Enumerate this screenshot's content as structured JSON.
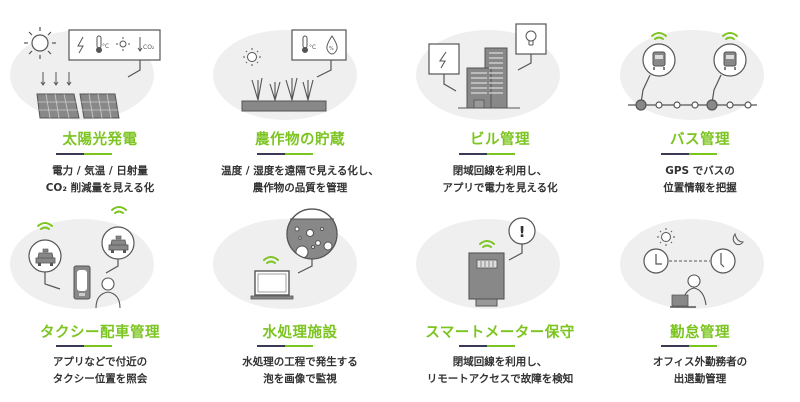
{
  "colors": {
    "accent_green": "#7cc41f",
    "underline_dark": "#3a3a55",
    "ellipse_bg": "#efefef",
    "line_gray": "#555555",
    "fill_gray": "#888888"
  },
  "cards": [
    {
      "title": "太陽光発電",
      "desc_lines": [
        "電力 / 気温 / 日射量",
        "CO₂ 削減量を見える化"
      ],
      "icon": "solar-panel-illustration",
      "bubble_labels": [
        "°C",
        "CO₂"
      ]
    },
    {
      "title": "農作物の貯蔵",
      "desc_lines": [
        "温度 / 湿度を遠隔で見える化し、",
        "農作物の品質を管理"
      ],
      "icon": "crop-storage-illustration",
      "bubble_labels": [
        "°C",
        "%"
      ]
    },
    {
      "title": "ビル管理",
      "desc_lines": [
        "閉域回線を利用し、",
        "アプリで電力を見える化"
      ],
      "icon": "building-management-illustration"
    },
    {
      "title": "バス管理",
      "desc_lines": [
        "GPS でバスの",
        "位置情報を把握"
      ],
      "icon": "bus-management-illustration"
    },
    {
      "title": "タクシー配車管理",
      "desc_lines": [
        "アプリなどで付近の",
        "タクシー位置を照会"
      ],
      "icon": "taxi-dispatch-illustration"
    },
    {
      "title": "水処理施設",
      "desc_lines": [
        "水処理の工程で発生する",
        "泡を画像で監視"
      ],
      "icon": "water-treatment-illustration"
    },
    {
      "title": "スマートメーター保守",
      "desc_lines": [
        "閉域回線を利用し、",
        "リモートアクセスで故障を検知"
      ],
      "icon": "smart-meter-illustration",
      "bubble_labels": [
        "!"
      ]
    },
    {
      "title": "勤怠管理",
      "desc_lines": [
        "オフィス外勤務者の",
        "出退勤管理"
      ],
      "icon": "attendance-illustration"
    }
  ]
}
